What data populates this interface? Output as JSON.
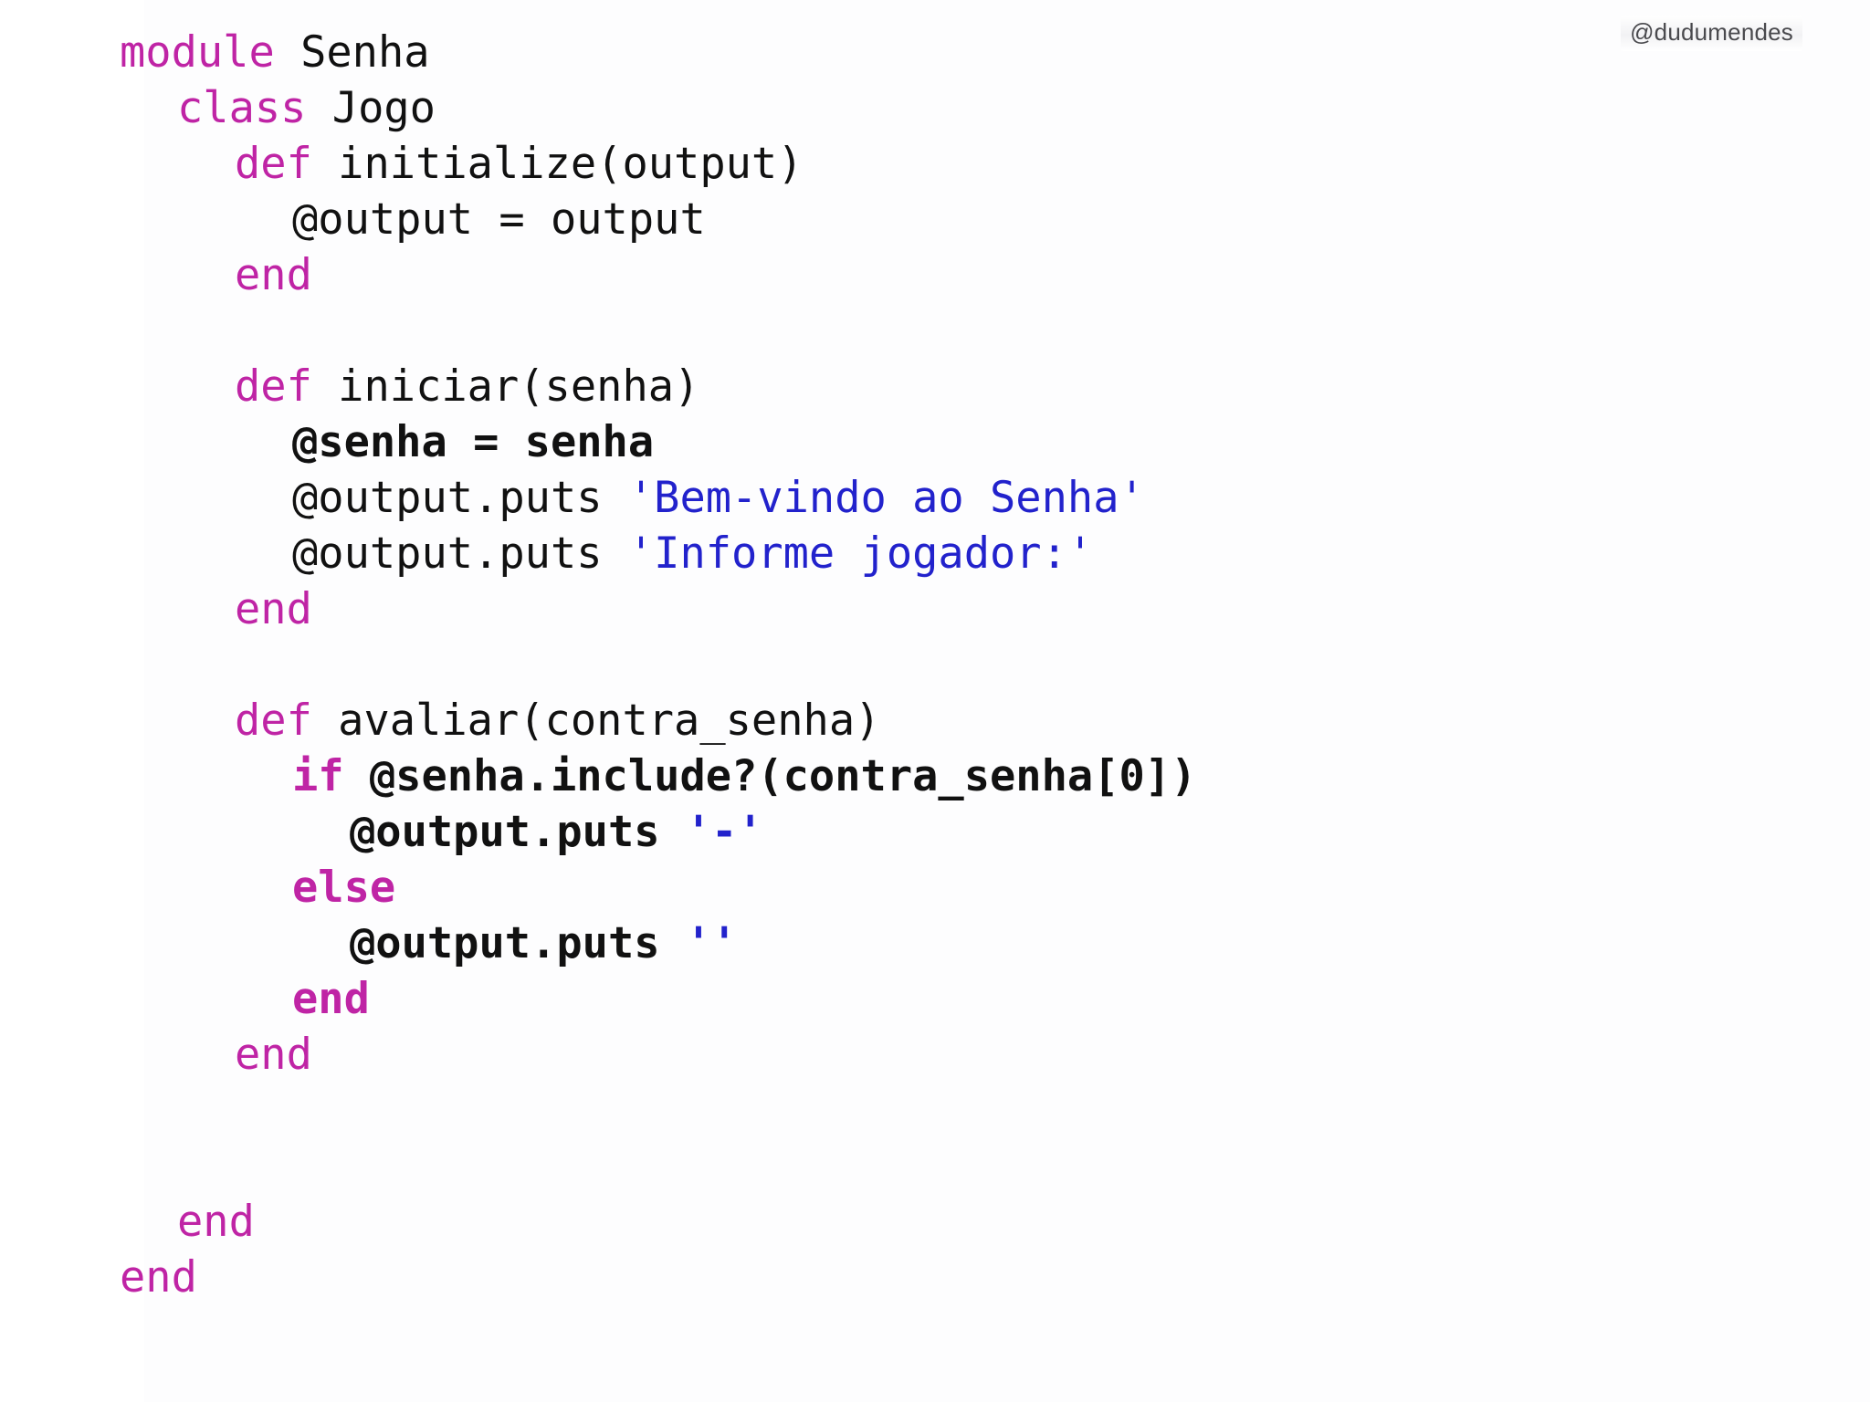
{
  "page": {
    "kind": "code-slide",
    "language": "ruby",
    "background": "#ffffff",
    "colors": {
      "keyword": "#bf24a5",
      "string": "#2222cc",
      "text": "#111111",
      "slab": "#fdfdfe",
      "watermark_text": "#3b3b3f"
    }
  },
  "watermark": {
    "handle": "@dudumendes"
  },
  "code": {
    "indent_unit_spaces": 2,
    "lines": [
      {
        "indent": 0,
        "bold": false,
        "tokens": [
          {
            "t": "module",
            "k": "kw"
          },
          {
            "t": " Senha",
            "k": "plain"
          }
        ]
      },
      {
        "indent": 1,
        "bold": false,
        "tokens": [
          {
            "t": "class",
            "k": "kw"
          },
          {
            "t": " Jogo",
            "k": "plain"
          }
        ]
      },
      {
        "indent": 2,
        "bold": false,
        "tokens": [
          {
            "t": "def",
            "k": "kw"
          },
          {
            "t": " initialize(output)",
            "k": "plain"
          }
        ]
      },
      {
        "indent": 3,
        "bold": false,
        "tokens": [
          {
            "t": "@output = output",
            "k": "plain"
          }
        ]
      },
      {
        "indent": 2,
        "bold": false,
        "tokens": [
          {
            "t": "end",
            "k": "kw"
          }
        ]
      },
      {
        "indent": 0,
        "bold": false,
        "tokens": []
      },
      {
        "indent": 2,
        "bold": false,
        "tokens": [
          {
            "t": "def",
            "k": "kw"
          },
          {
            "t": " iniciar(senha)",
            "k": "plain"
          }
        ]
      },
      {
        "indent": 3,
        "bold": true,
        "tokens": [
          {
            "t": "@senha = senha",
            "k": "plain"
          }
        ]
      },
      {
        "indent": 3,
        "bold": false,
        "tokens": [
          {
            "t": "@output.puts ",
            "k": "plain"
          },
          {
            "t": "'Bem-vindo ao Senha'",
            "k": "str"
          }
        ]
      },
      {
        "indent": 3,
        "bold": false,
        "tokens": [
          {
            "t": "@output.puts ",
            "k": "plain"
          },
          {
            "t": "'Informe jogador:'",
            "k": "str"
          }
        ]
      },
      {
        "indent": 2,
        "bold": false,
        "tokens": [
          {
            "t": "end",
            "k": "kw"
          }
        ]
      },
      {
        "indent": 0,
        "bold": false,
        "tokens": []
      },
      {
        "indent": 2,
        "bold": false,
        "tokens": [
          {
            "t": "def",
            "k": "kw"
          },
          {
            "t": " avaliar(contra_senha)",
            "k": "plain"
          }
        ]
      },
      {
        "indent": 3,
        "bold": true,
        "tokens": [
          {
            "t": "if",
            "k": "kw"
          },
          {
            "t": " @senha.include?(contra_senha[0])",
            "k": "plain"
          }
        ]
      },
      {
        "indent": 4,
        "bold": true,
        "tokens": [
          {
            "t": "@output.puts ",
            "k": "plain"
          },
          {
            "t": "'-'",
            "k": "str"
          }
        ]
      },
      {
        "indent": 3,
        "bold": true,
        "tokens": [
          {
            "t": "else",
            "k": "kw"
          }
        ]
      },
      {
        "indent": 4,
        "bold": true,
        "tokens": [
          {
            "t": "@output.puts ",
            "k": "plain"
          },
          {
            "t": "''",
            "k": "str"
          }
        ]
      },
      {
        "indent": 3,
        "bold": true,
        "tokens": [
          {
            "t": "end",
            "k": "kw"
          }
        ]
      },
      {
        "indent": 2,
        "bold": false,
        "tokens": [
          {
            "t": "end",
            "k": "kw"
          }
        ]
      },
      {
        "indent": 0,
        "bold": false,
        "tokens": []
      },
      {
        "indent": 0,
        "bold": false,
        "tokens": []
      },
      {
        "indent": 1,
        "bold": false,
        "tokens": [
          {
            "t": "end",
            "k": "kw"
          }
        ]
      },
      {
        "indent": 0,
        "bold": false,
        "tokens": [
          {
            "t": "end",
            "k": "kw"
          }
        ]
      }
    ]
  }
}
